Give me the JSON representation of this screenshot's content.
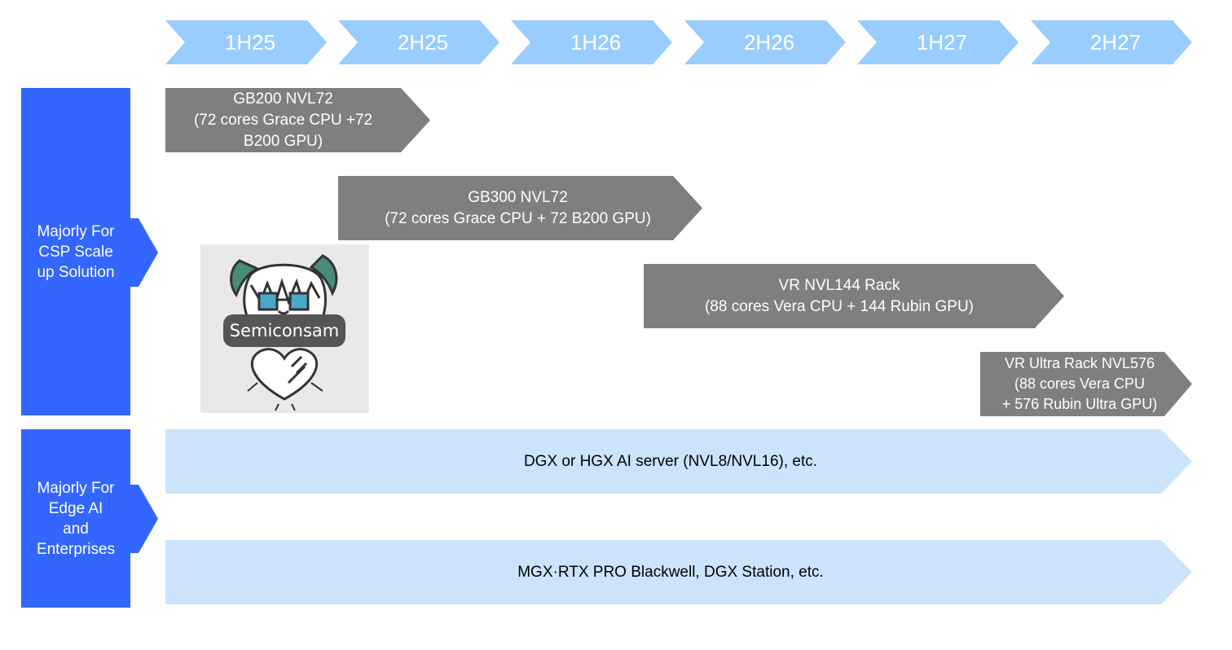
{
  "timeline": [
    "1H25",
    "2H25",
    "1H26",
    "2H26",
    "1H27",
    "2H27"
  ],
  "categories": {
    "csp": "Majorly For CSP Scale up Solution",
    "edge": "Majorly For Edge AI and Enterprises"
  },
  "products": {
    "gb200": {
      "title": "GB200 NVL72",
      "line2": "(72 cores Grace CPU +72",
      "line3": "B200 GPU)"
    },
    "gb300": {
      "title": "GB300 NVL72",
      "line2": "(72 cores Grace CPU + 72 B200 GPU)"
    },
    "vr144": {
      "title": "VR NVL144 Rack",
      "line2": "(88 cores Vera CPU + 144 Rubin GPU)"
    },
    "vr576": {
      "title": "VR Ultra Rack NVL576",
      "line2": "(88 cores Vera CPU",
      "line3": "+ 576 Rubin Ultra GPU)"
    },
    "dgx": "DGX or HGX AI server (NVL8/NVL16), etc.",
    "mgx": "MGX·RTX PRO Blackwell, DGX Station, etc."
  },
  "watermark": "Semiconsam",
  "colors": {
    "timeline": "#99ccff",
    "category": "#3366ff",
    "rack": "#7f7f7f",
    "enterprise": "#cce4fb"
  }
}
